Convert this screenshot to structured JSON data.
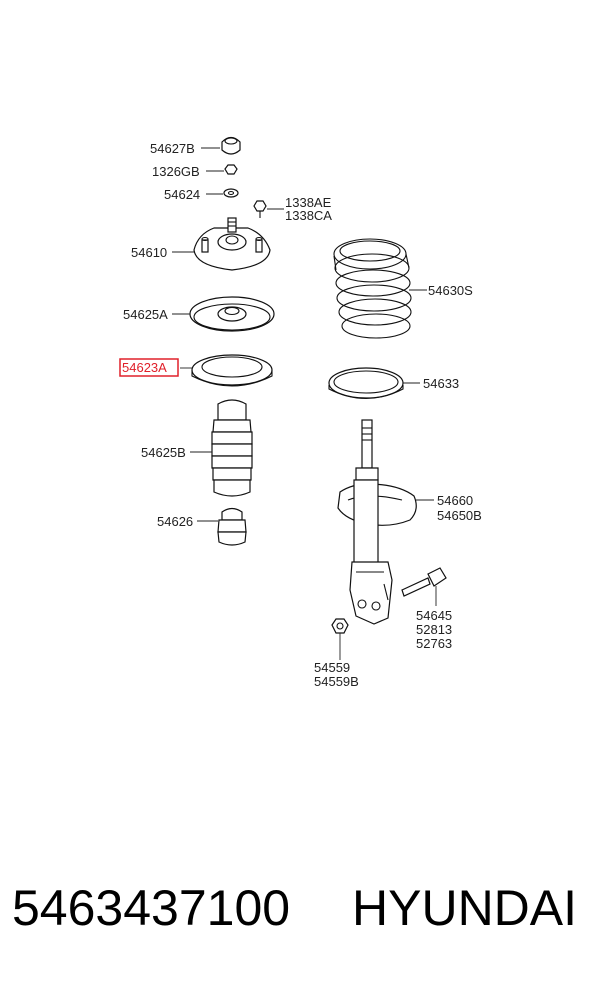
{
  "parts": {
    "p54627B": "54627B",
    "p1326GB": "1326GB",
    "p54624": "54624",
    "p1338AE": "1338AE",
    "p1338CA": "1338CA",
    "p54610": "54610",
    "p54630S": "54630S",
    "p54625A": "54625A",
    "p54623A": "54623A",
    "p54633": "54633",
    "p54625B": "54625B",
    "p54660": "54660",
    "p54650B": "54650B",
    "p54626": "54626",
    "p54645": "54645",
    "p52813": "52813",
    "p52763": "52763",
    "p54559": "54559",
    "p54559B": "54559B"
  },
  "highlight_color": "#e0202a",
  "footer": {
    "part_number": "5463437100",
    "brand": "HYUNDAI"
  }
}
